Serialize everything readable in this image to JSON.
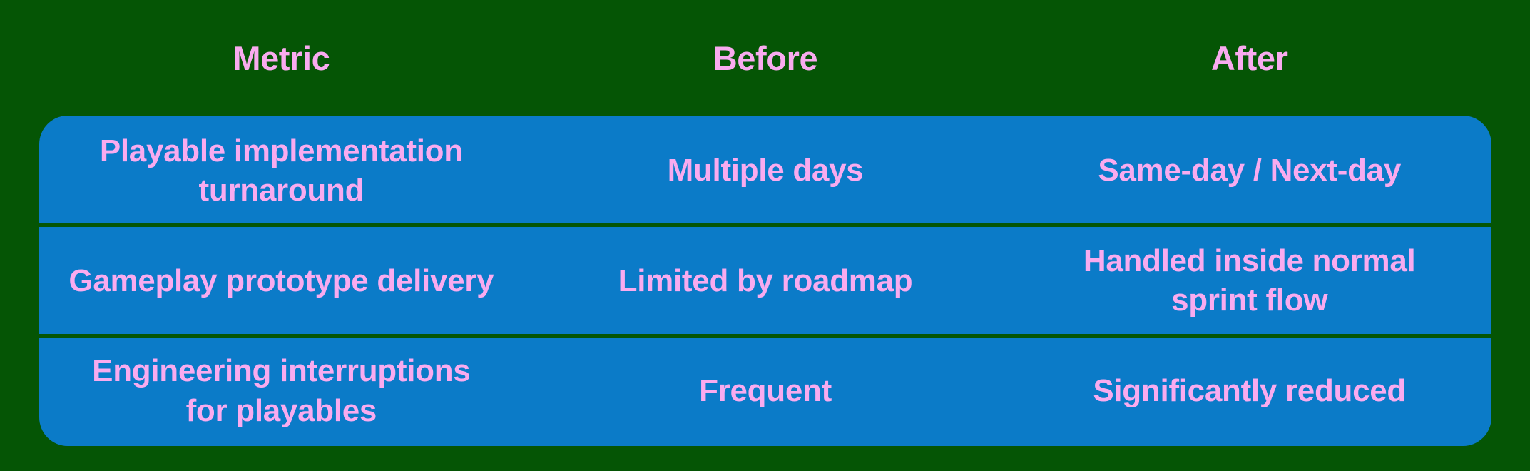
{
  "theme": {
    "background_color": "#055505",
    "card_color": "#0B7BC8",
    "text_color": "#F9ABEF",
    "divider_color": "#055505"
  },
  "table": {
    "columns": [
      {
        "label": "Metric"
      },
      {
        "label": "Before"
      },
      {
        "label": "After"
      }
    ],
    "rows": [
      {
        "metric": "Playable implementation turnaround",
        "metric_lines": [
          "Playable implementation",
          "turnaround"
        ],
        "before": "Multiple days",
        "before_lines": [
          "Multiple days"
        ],
        "after": "Same-day / Next-day",
        "after_lines": [
          "Same-day / Next-day"
        ]
      },
      {
        "metric": "Gameplay prototype delivery",
        "metric_lines": [
          "Gameplay prototype delivery"
        ],
        "before": "Limited by roadmap",
        "before_lines": [
          "Limited by roadmap"
        ],
        "after": "Handled inside normal sprint flow",
        "after_lines": [
          "Handled inside normal",
          "sprint flow"
        ]
      },
      {
        "metric": "Engineering interruptions for playables",
        "metric_lines": [
          "Engineering interruptions",
          "for playables"
        ],
        "before": "Frequent",
        "before_lines": [
          "Frequent"
        ],
        "after": "Significantly reduced",
        "after_lines": [
          "Significantly reduced"
        ]
      }
    ]
  }
}
